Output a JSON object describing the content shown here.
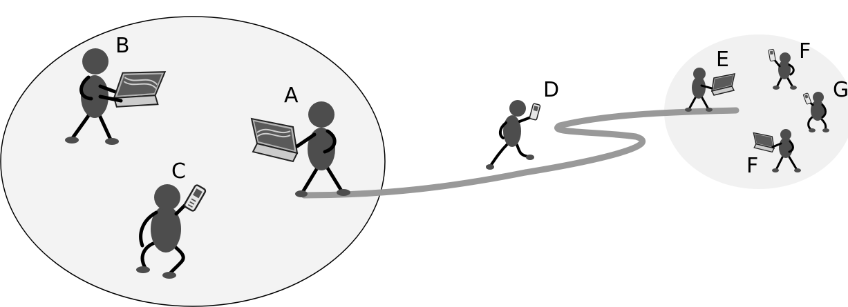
{
  "labels": {
    "a": "A",
    "b": "B",
    "c": "C",
    "d": "D",
    "e": "E",
    "f1": "F",
    "f2": "F",
    "g": "G"
  },
  "colors": {
    "figure": "#4d4d4d",
    "limb": "#000000",
    "near_zone_fill": "#f3f3f3",
    "near_zone_stroke": "#000000",
    "far_zone_fill": "#f1f1f1",
    "path": "#999999",
    "laptop_body": "#b3b3b3",
    "laptop_screen": "#555555",
    "phone_body": "#e6e6e6"
  },
  "icons": {
    "laptop": "laptop-icon",
    "phone": "phone-icon"
  }
}
